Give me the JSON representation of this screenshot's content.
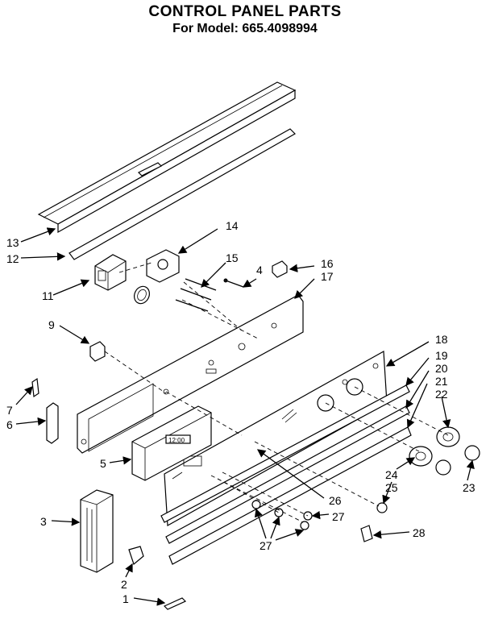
{
  "title": "CONTROL PANEL PARTS",
  "subtitle": "For Model: 665.4098994",
  "callouts": [
    {
      "id": "c13",
      "text": "13"
    },
    {
      "id": "c12",
      "text": "12"
    },
    {
      "id": "c14",
      "text": "14"
    },
    {
      "id": "c15",
      "text": "15"
    },
    {
      "id": "c4",
      "text": "4"
    },
    {
      "id": "c16",
      "text": "16"
    },
    {
      "id": "c17",
      "text": "17"
    },
    {
      "id": "c11",
      "text": "11"
    },
    {
      "id": "c9",
      "text": "9"
    },
    {
      "id": "c18",
      "text": "18"
    },
    {
      "id": "c19",
      "text": "19"
    },
    {
      "id": "c20",
      "text": "20"
    },
    {
      "id": "c21",
      "text": "21"
    },
    {
      "id": "c22",
      "text": "22"
    },
    {
      "id": "c7",
      "text": "7"
    },
    {
      "id": "c6",
      "text": "6"
    },
    {
      "id": "c5",
      "text": "5"
    },
    {
      "id": "c24",
      "text": "24"
    },
    {
      "id": "c25",
      "text": "25"
    },
    {
      "id": "c23",
      "text": "23"
    },
    {
      "id": "c26",
      "text": "26"
    },
    {
      "id": "c27a",
      "text": "27"
    },
    {
      "id": "c27b",
      "text": "27"
    },
    {
      "id": "c3",
      "text": "3"
    },
    {
      "id": "c28",
      "text": "28"
    },
    {
      "id": "c2",
      "text": "2"
    },
    {
      "id": "c1",
      "text": "1"
    }
  ],
  "clock_display": "12:00"
}
